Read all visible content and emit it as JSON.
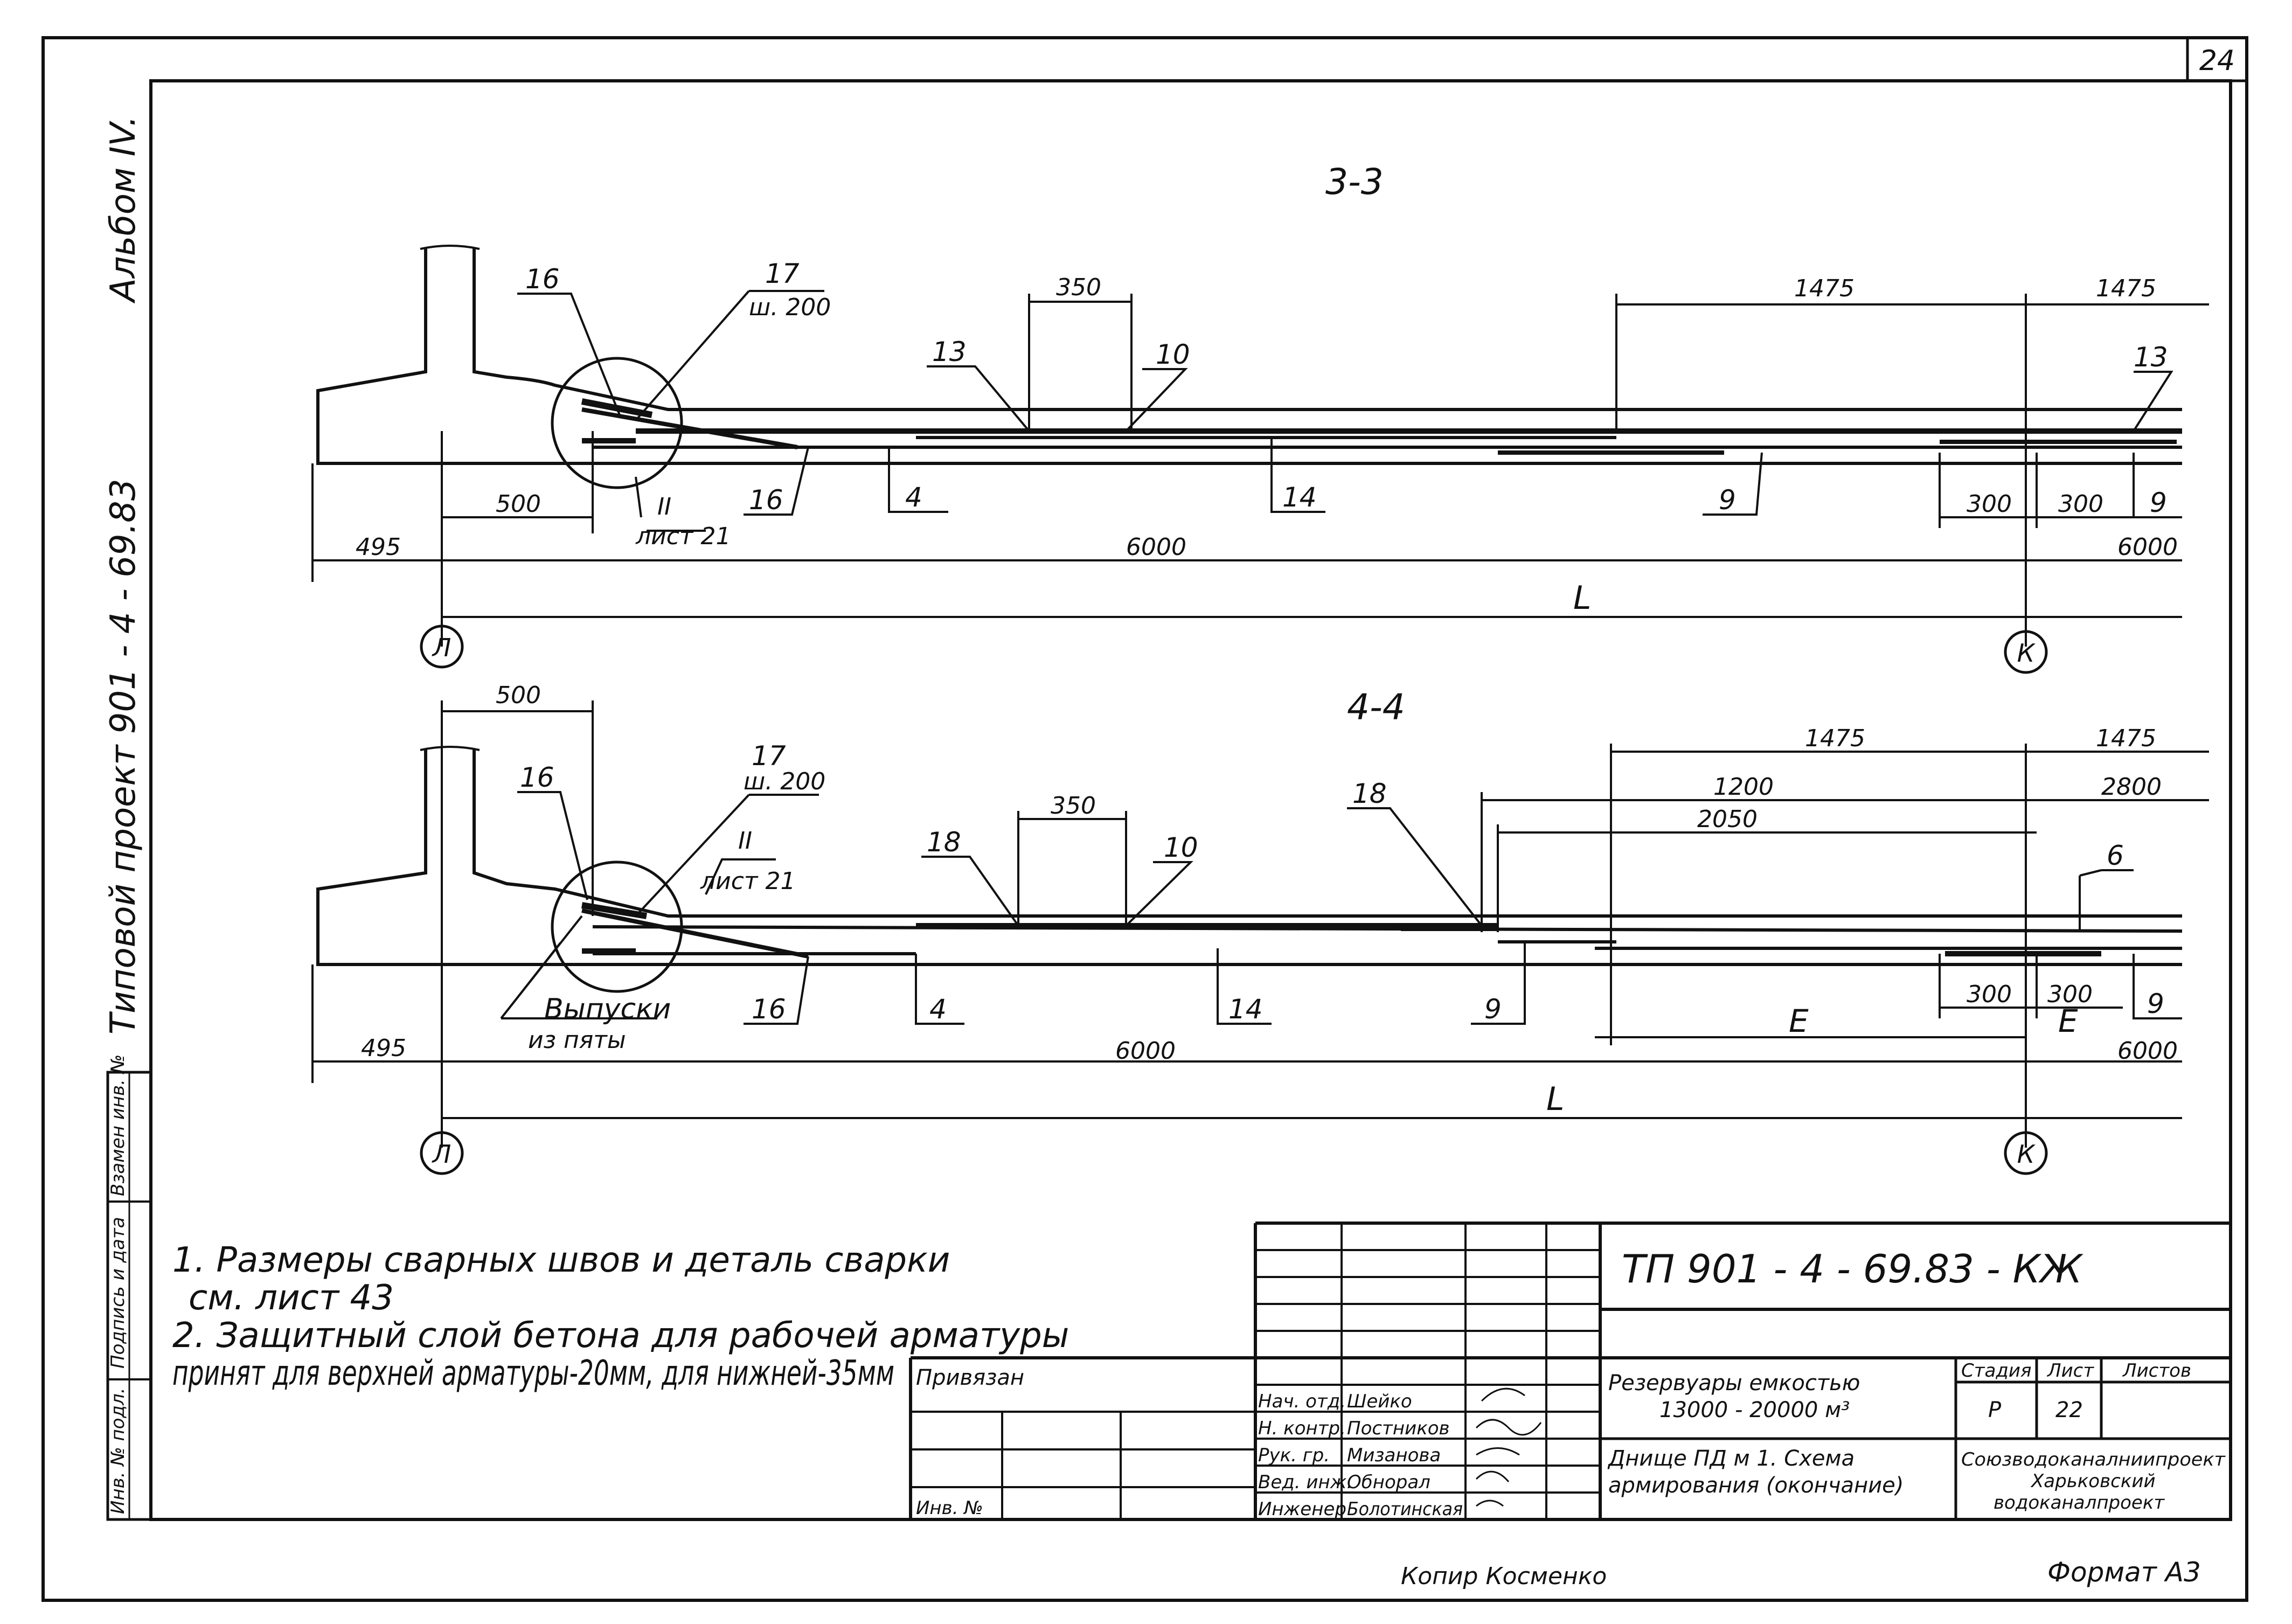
{
  "sheet": {
    "number": "24",
    "format": "Формат А3",
    "copied_by": "Копир Косменко",
    "side_text": "Типовой проект 901 - 4 - 69.83",
    "album": "Альбом IV.",
    "stamp_labels": [
      "Инв. № подл.",
      "Подпись и дата",
      "Взамен инв. №"
    ]
  },
  "sections": [
    {
      "title": "3-3",
      "dims": {
        "top_a": "350",
        "top_b": "1475",
        "top_c": "1475",
        "d500": "500",
        "d495": "495",
        "d6000": "6000",
        "d6000r": "6000",
        "d300": "300",
        "d300b": "300",
        "L": "L"
      },
      "callouts": {
        "c16a": "16",
        "c17": "17",
        "c17sub": "ш. 200",
        "c13": "13",
        "c10": "10",
        "c13r": "13",
        "c16b": "16",
        "c4": "4",
        "c14": "14",
        "c9": "9",
        "c9r": "9",
        "ref_num": "II",
        "ref_sheet": "лист 21"
      },
      "axes": {
        "left": "Л",
        "right": "К"
      }
    },
    {
      "title": "4-4",
      "dims": {
        "d500": "500",
        "d350": "350",
        "d1475": "1475",
        "d1475r": "1475",
        "d1200": "1200",
        "d2800": "2800",
        "d2050": "2050",
        "d495": "495",
        "d6000": "6000",
        "d6000r": "6000",
        "d300": "300",
        "d300b": "300",
        "E1": "Е",
        "E2": "Е",
        "L": "L"
      },
      "callouts": {
        "c16a": "16",
        "c17": "17",
        "c17sub": "ш. 200",
        "c18": "18",
        "c10": "10",
        "c18b": "18",
        "c6": "6",
        "c16b": "16",
        "c4": "4",
        "c14": "14",
        "c9": "9",
        "c9r": "9",
        "ref_num": "II",
        "ref_sheet": "лист 21",
        "outlets": "Выпуски",
        "outlets_sub": "из пяты"
      },
      "axes": {
        "left": "Л",
        "right": "К"
      }
    }
  ],
  "notes": [
    "1. Размеры сварных швов и деталь сварки",
    "см. лист 43",
    "2. Защитный слой бетона для рабочей арматуры",
    "принят для верхней арматуры-20мм, для нижней-35мм"
  ],
  "title_block": {
    "code": "ТП 901 - 4 - 69.83 - КЖ",
    "binding": "Привязан",
    "inv": "Инв. №",
    "roles": [
      "Нач. отд.",
      "Н. контр.",
      "Рук. гр.",
      "Вед. инж.",
      "Инженер"
    ],
    "names": [
      "Шейко",
      "Постников",
      "Мизанова",
      "Обнорал",
      "Болотинская"
    ],
    "project_title_1": "Резервуары емкостью",
    "project_title_2": "13000 - 20000 м³",
    "drawing_title_1": "Днище ПД м 1. Схема",
    "drawing_title_2": "армирования (окончание)",
    "col_stage": "Стадия",
    "col_sheet": "Лист",
    "col_sheets": "Листов",
    "stage": "Р",
    "sheet_no": "22",
    "org_1": "Союзводоканалниипроект",
    "org_2": "Харьковский",
    "org_3": "водоканалпроект"
  }
}
